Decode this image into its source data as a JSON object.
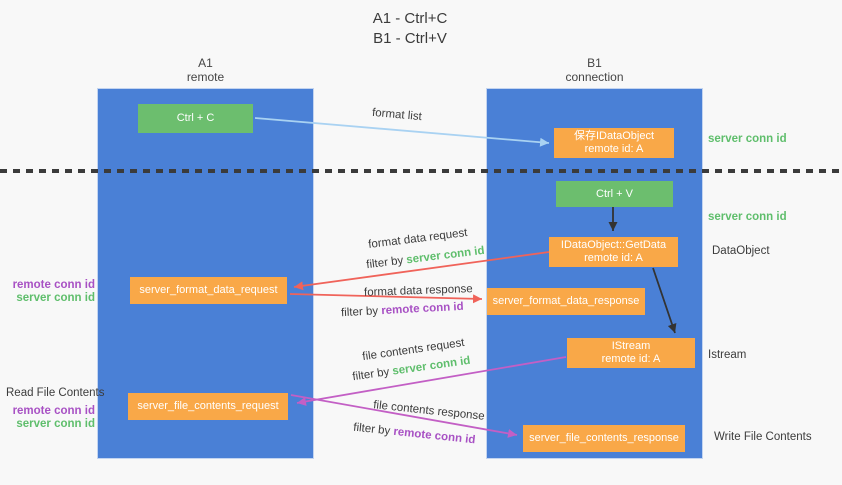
{
  "title": {
    "line1": "A1 - Ctrl+C",
    "line2": "B1 - Ctrl+V"
  },
  "columns": {
    "a1": {
      "name": "A1",
      "subtitle": "remote"
    },
    "b1": {
      "name": "B1",
      "subtitle": "connection"
    }
  },
  "nodes": {
    "ctrl_c": "Ctrl + C",
    "ctrl_v": "Ctrl + V",
    "save_dataobject": {
      "line1": "保存IDataObject",
      "line2": "remote id: A"
    },
    "getdata": {
      "line1": "IDataObject::GetData",
      "line2": "remote id: A"
    },
    "istream": {
      "line1": "IStream",
      "line2": "remote id: A"
    },
    "format_request": "server_format_data_request",
    "format_response": "server_format_data_response",
    "file_request": "server_file_contents_request",
    "file_response": "server_file_contents_response"
  },
  "arrow_labels": {
    "format_list": "format list",
    "format_data_request": "format data request",
    "format_data_response": "format data response",
    "file_contents_request": "file contents request",
    "file_contents_response": "file contents response",
    "filter_by": "filter by ",
    "server_conn_id": "server conn id",
    "remote_conn_id": "remote conn id"
  },
  "side_labels": {
    "server_conn_id_top": "server conn id",
    "server_conn_id_mid": "server conn id",
    "dataobject": "DataObject",
    "istream": "Istream",
    "write_file_contents": "Write File Contents",
    "read_file_contents": "Read File Contents",
    "remote_conn_id": "remote conn id",
    "server_conn_id": "server conn id"
  },
  "colors": {
    "column_blue": "#4a80d6",
    "box_green": "#6cbe6e",
    "box_orange": "#f9a848",
    "arrow_light_blue": "#a9d2f2",
    "arrow_red": "#f0635a",
    "arrow_magenta": "#c35fc5",
    "arrow_black": "#333333",
    "text_green": "#5fbe6c",
    "text_purple": "#a851c4",
    "text_dark": "#3c3c3c",
    "background": "#f8f8f8"
  }
}
